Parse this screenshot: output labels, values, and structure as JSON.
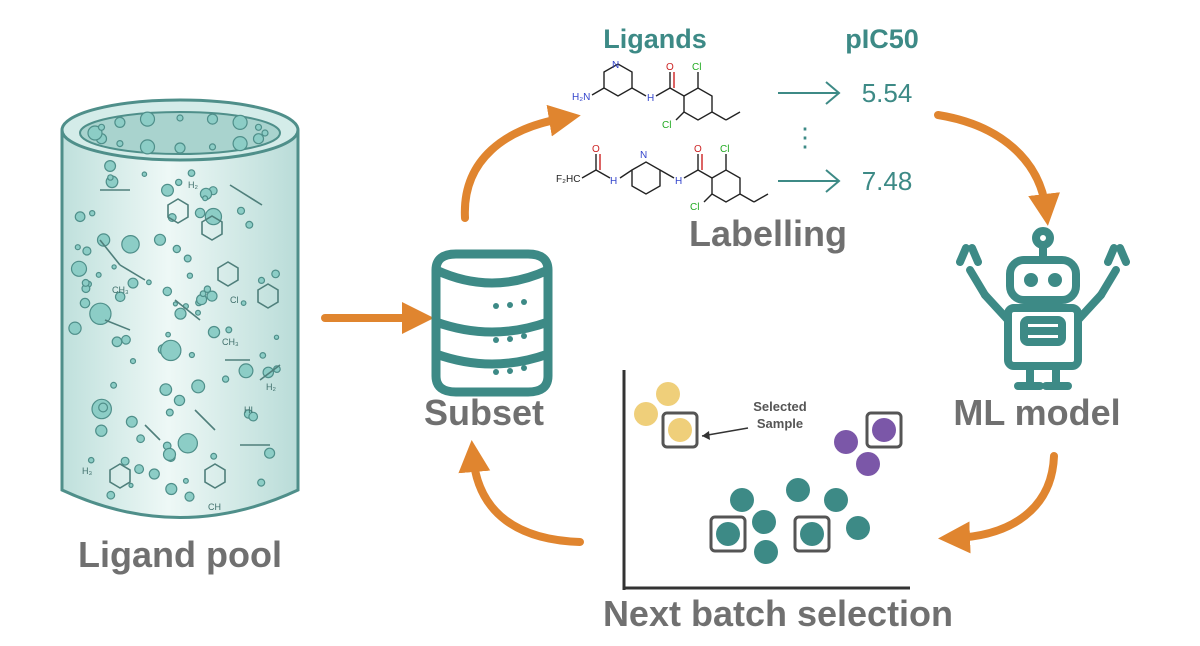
{
  "labels": {
    "ligand_pool": "Ligand pool",
    "subset": "Subset",
    "labelling": "Labelling",
    "ml_model": "ML model",
    "next_batch": "Next batch selection",
    "ligands_header": "Ligands",
    "pic50_header": "pIC50",
    "selected_sample": "Selected Sample"
  },
  "pic50_values": [
    "5.54",
    "7.48"
  ],
  "ellipsis": "⋮",
  "molecule_atoms": {
    "nh2": "H₂N",
    "n": "N",
    "nh": "H",
    "o": "O",
    "cl": "Cl",
    "f2hc": "F₂HC"
  },
  "pool_glyphs": [
    "H₂",
    "CH₃",
    "CH₃",
    "Cl",
    "HI",
    "H₃",
    "CH",
    "H₂"
  ],
  "colors": {
    "teal": "#3d8a86",
    "teal_dark": "#2f7a76",
    "orange": "#e0852f",
    "grey_label": "#707070",
    "yellow": "#efcf7a",
    "purple": "#7b57a8",
    "box": "#555555"
  }
}
